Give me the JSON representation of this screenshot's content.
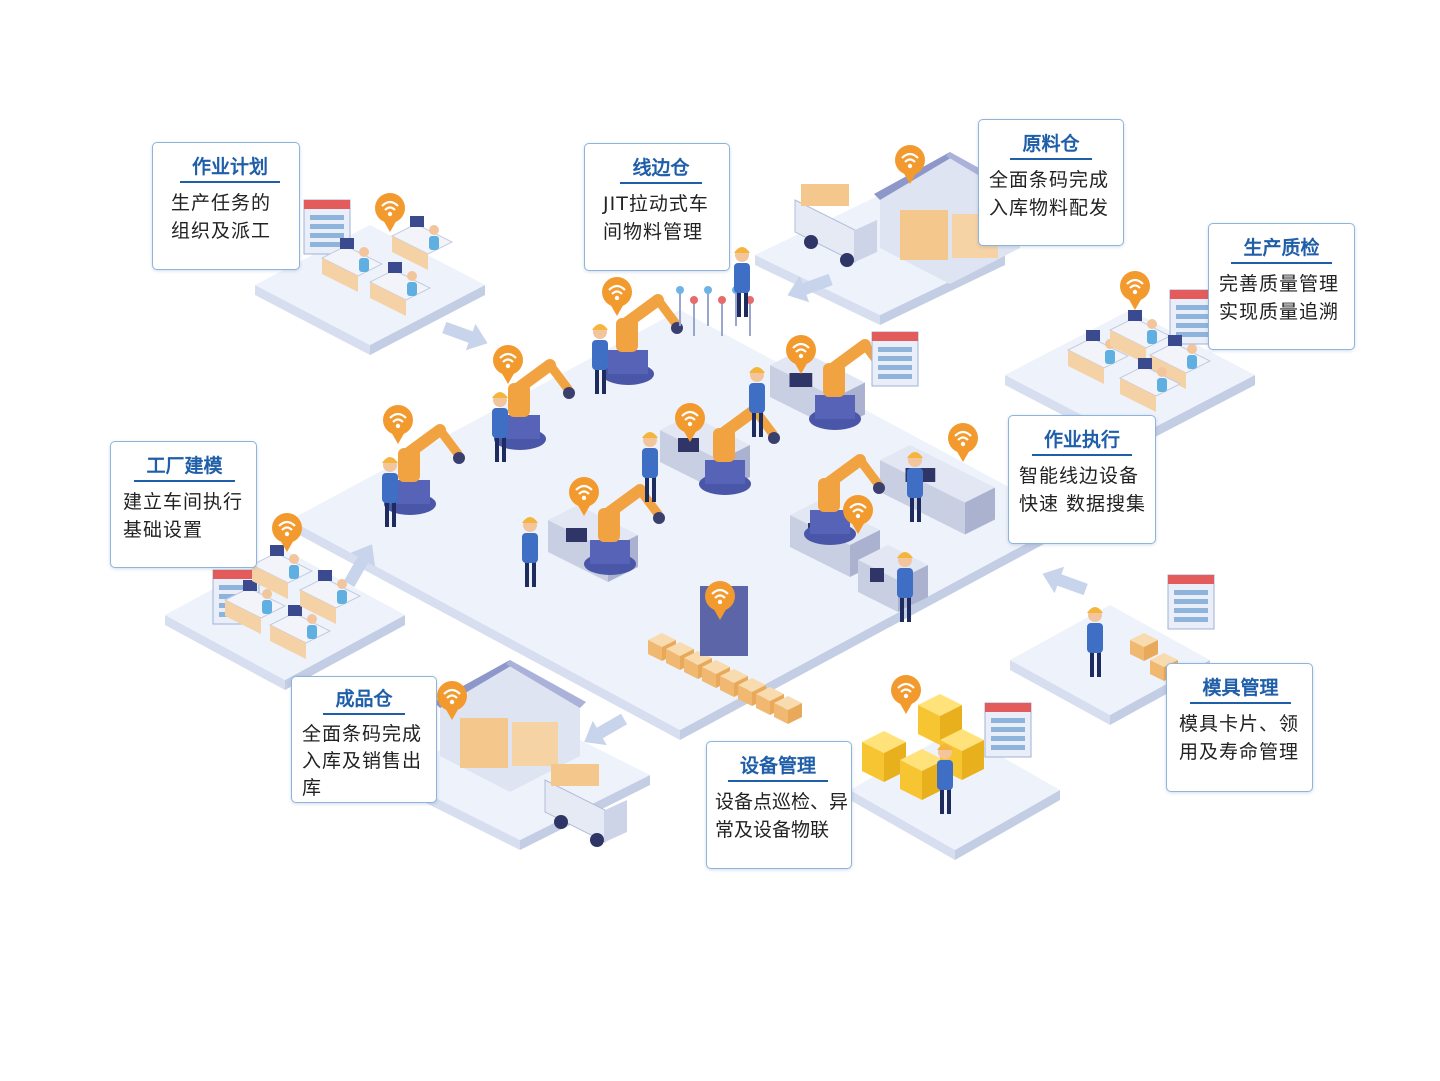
{
  "colors": {
    "title": "#1f5ea8",
    "card_border": "#8fb4dc",
    "platform": "#eef2fa",
    "platform_edge": "#d6deef",
    "robot": "#f2a341",
    "machine": "#c9cfe3",
    "arrow": "#c7d4ec",
    "pin": "#f29a2e"
  },
  "cards": [
    {
      "id": "plan",
      "title": "作业计划",
      "lines": [
        "生产任务的",
        "组织及派工"
      ]
    },
    {
      "id": "line_store",
      "title": "线边仓",
      "lines": [
        "JIT拉动式车",
        "间物料管理"
      ]
    },
    {
      "id": "raw_store",
      "title": "原料仓",
      "lines": [
        "全面条码完成",
        "入库物料配发"
      ]
    },
    {
      "id": "qc",
      "title": "生产质检",
      "lines": [
        "完善质量管理",
        "实现质量追溯"
      ]
    },
    {
      "id": "exec",
      "title": "作业执行",
      "lines": [
        "智能线边设备",
        "快速 数据搜集"
      ]
    },
    {
      "id": "model",
      "title": "工厂建模",
      "lines": [
        "建立车间执行",
        "基础设置"
      ]
    },
    {
      "id": "mold",
      "title": "模具管理",
      "lines": [
        "模具卡片、领",
        "用及寿命管理"
      ]
    },
    {
      "id": "finished",
      "title": "成品仓",
      "lines": [
        "全面条码完成",
        "入库及销售出",
        "库"
      ]
    },
    {
      "id": "equipment",
      "title": "设备管理",
      "lines": [
        "设备点巡检、异",
        "常及设备物联"
      ]
    }
  ],
  "icons": [
    "wifi-pin-icon",
    "robot-arm-icon",
    "worker-icon",
    "workstation-icon",
    "warehouse-icon",
    "truck-icon",
    "monitor-board-icon",
    "arrow-icon",
    "crate-icon"
  ]
}
